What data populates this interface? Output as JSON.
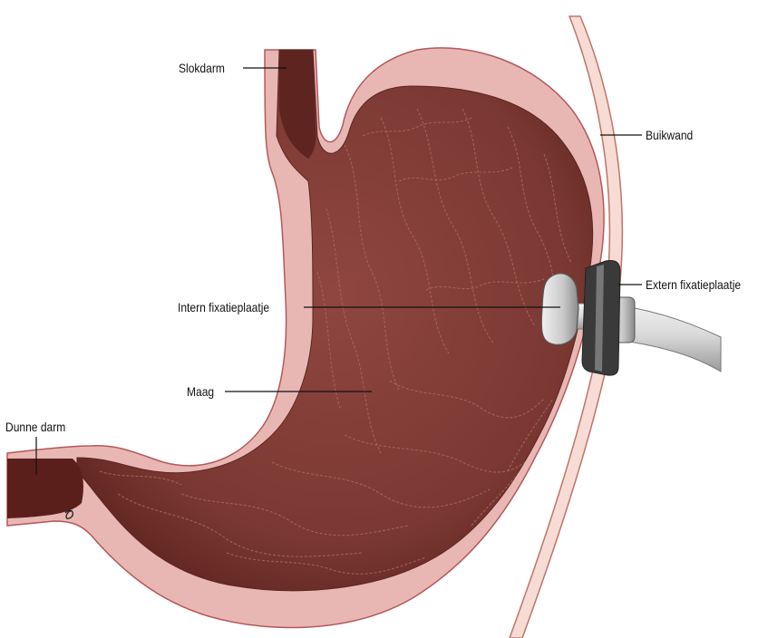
{
  "labels": {
    "slokdarm": "Slokdarm",
    "buikwand": "Buikwand",
    "extern": "Extern fixatieplaatje",
    "intern": "Intern fixatieplaatje",
    "maag": "Maag",
    "dunne_darm": "Dunne darm"
  },
  "colors": {
    "stomach_outer": "#e9b7b3",
    "stomach_outline": "#b3585a",
    "stomach_inner": "#7d3a35",
    "stomach_deep": "#5d2420",
    "fold_line": "#a66a60",
    "abdominal_wall": "#f6dcd4",
    "abdominal_wall_outline": "#c07468",
    "plate": "#d8d8d8",
    "plate_dark": "#3a3a3a",
    "tube": "#e6e6e6",
    "leader": "#111111"
  }
}
